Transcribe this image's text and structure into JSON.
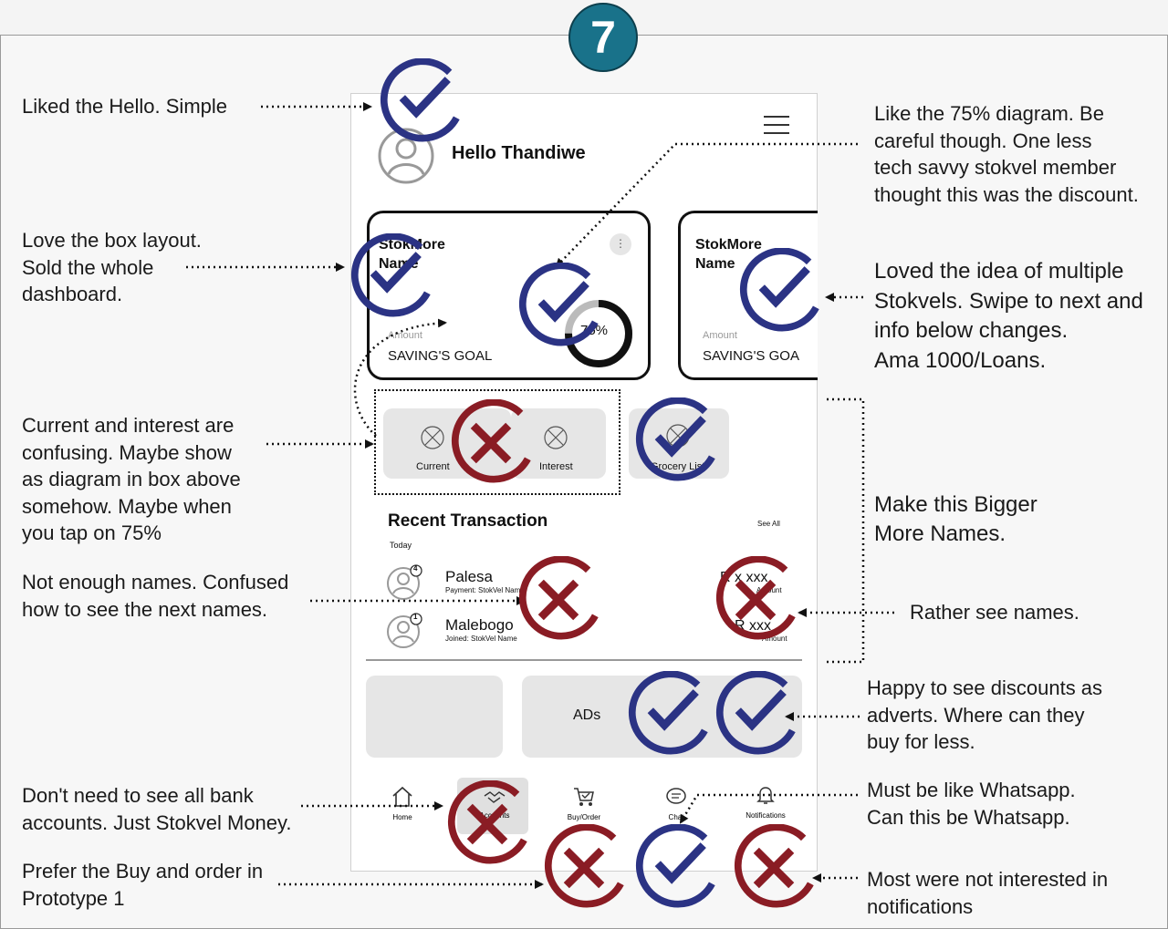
{
  "badge": "7",
  "phone": {
    "greeting": "Hello Thandiwe",
    "card1": {
      "title": "StokMore\nName",
      "amount_label": "Amount",
      "goal_label": "SAVING'S GOAL",
      "percent": "75%",
      "progress": 0.75
    },
    "card2": {
      "title": "StokMore\nName",
      "amount_label": "Amount",
      "goal_label": "SAVING'S GOA"
    },
    "tiles": [
      "Current",
      "Interest",
      "Grocery List"
    ],
    "recent": {
      "title": "Recent Transaction",
      "see_all": "See All",
      "today": "Today"
    },
    "transactions": [
      {
        "name": "Palesa",
        "sub": "Payment: StokVel Name",
        "amount": "R x xxx",
        "amount_sub": "Amount",
        "count": "4"
      },
      {
        "name": "Malebogo",
        "sub": "Joined: StokVel Name",
        "amount": "R xxx",
        "amount_sub": "Amount",
        "count": "1"
      }
    ],
    "ads_label": "ADs",
    "nav": [
      "Home",
      "Accounts",
      "Buy/Order",
      "Chat",
      "Notifications"
    ]
  },
  "notes": {
    "hello": "Liked the Hello. Simple",
    "box": "Love the box layout.\nSold the whole\ndashboard.",
    "current": "Current and interest are\nconfusing. Maybe show\nas diagram in box above\nsomehow. Maybe when\nyou tap on 75%",
    "names": "Not enough names. Confused\nhow to see the next names.",
    "bank": "Don't need to see all bank\naccounts. Just Stokvel Money.",
    "buy": "Prefer the Buy and order in\nPrototype 1",
    "diagram": "Like the 75% diagram. Be\ncareful though. One less\ntech savvy stokvel member\nthought this was the discount.",
    "multiple": "Loved the idea of multiple\nStokvels. Swipe to next and\ninfo below changes.\nAma 1000/Loans.",
    "bigger": "Make this Bigger\nMore Names.",
    "rather": "Rather see names.",
    "discounts": "Happy to see discounts as\nadverts. Where can they\nbuy for less.",
    "whatsapp": "Must be like Whatsapp.\nCan this be Whatsapp.",
    "notifications": "Most were not interested in\nnotifications"
  },
  "colors": {
    "check": "#2b3384",
    "cross": "#8a1c24",
    "badge": "#19728a"
  }
}
